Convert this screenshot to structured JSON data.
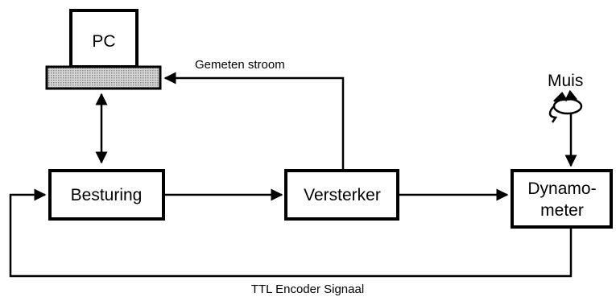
{
  "blocks": {
    "pc": "PC",
    "besturing": "Besturing",
    "versterker": "Versterker",
    "dynamometer_line1": "Dynamo-",
    "dynamometer_line2": "meter",
    "muis": "Muis"
  },
  "signals": {
    "gemeten_stroom": "Gemeten stroom",
    "ttl_encoder": "TTL Encoder Signaal"
  },
  "colors": {
    "line": "#000000",
    "keyboard_fill": "#bdbdbd",
    "background": "#ffffff"
  }
}
